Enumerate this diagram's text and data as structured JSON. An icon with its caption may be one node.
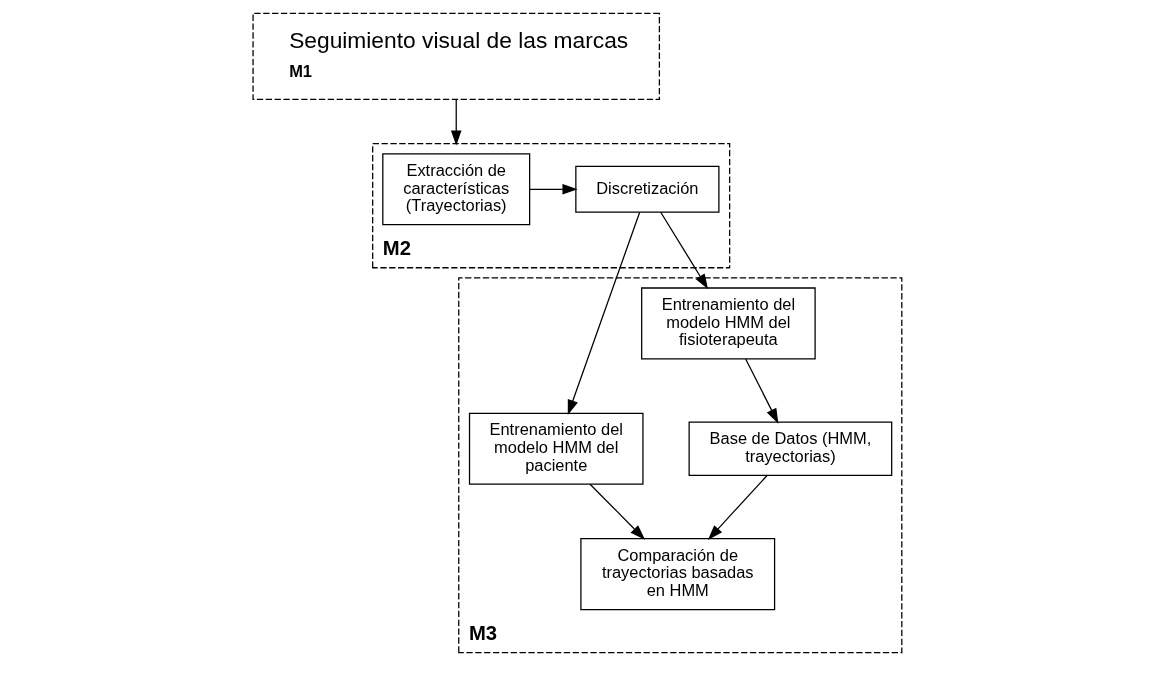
{
  "diagram": {
    "nodes": [
      {
        "text": [
          "Seguimiento visual de las marcas",
          "M1"
        ]
      },
      {
        "text": [
          "M2"
        ]
      },
      {
        "text": [
          "Extracción de características (Trayectorias)"
        ],
        "in": 1
      },
      {
        "text": [
          "Discretización"
        ],
        "in": 1
      },
      {
        "text": [
          "M3"
        ]
      },
      {
        "text": [
          "Entrenamiento del modelo HMM del paciente"
        ],
        "in": 4
      },
      {
        "text": [
          "Entrenamiento del modelo HMM del fisioterapeuta"
        ],
        "in": 4
      },
      {
        "text": [
          "Base de Datos (HMM, trayectorias)"
        ],
        "in": 4
      },
      {
        "text": [
          "Comparación de trayectorias basadas en HMM"
        ],
        "in": 4
      }
    ],
    "edges": [
      {
        "from": 0,
        "to": 1,
        "arrow": "to"
      },
      {
        "from": 2,
        "to": 3,
        "arrow": "to"
      },
      {
        "from": 3,
        "to": 5,
        "arrow": "to"
      },
      {
        "from": 3,
        "to": 6,
        "arrow": "to"
      },
      {
        "from": 6,
        "to": 7,
        "arrow": "to"
      },
      {
        "from": 5,
        "to": 8,
        "arrow": "to"
      },
      {
        "from": 7,
        "to": 8,
        "arrow": "to"
      }
    ]
  }
}
